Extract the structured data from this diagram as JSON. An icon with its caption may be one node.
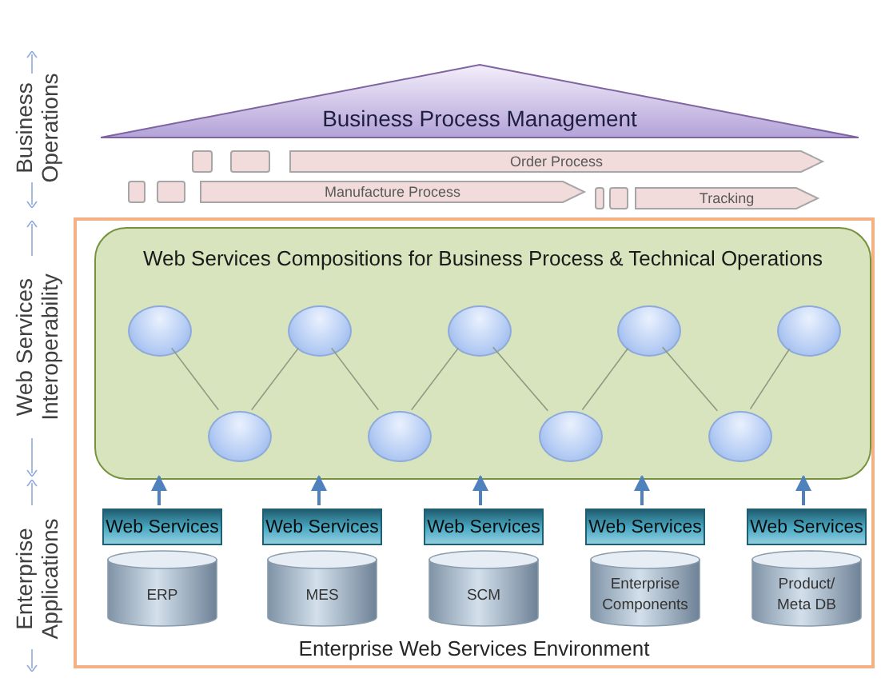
{
  "diagram": {
    "nodes": [
      {
        "text": [
          "Business Process Management"
        ]
      },
      {
        "text": [],
        "shape": "box"
      },
      {
        "text": [],
        "shape": "box"
      },
      {
        "text": [
          "Order Process"
        ]
      },
      {
        "text": [],
        "shape": "box"
      },
      {
        "text": [],
        "shape": "box"
      },
      {
        "text": [
          "Manufacture Process"
        ]
      },
      {
        "text": [],
        "shape": "box"
      },
      {
        "text": [],
        "shape": "box"
      },
      {
        "text": [
          "Tracking"
        ]
      },
      {
        "text": [
          "Enterprise Web Services Environment"
        ]
      },
      {
        "text": [
          "Web Services Compositions for Business Process & Technical Operations"
        ],
        "in": 10
      },
      {
        "text": [],
        "shape": "circle",
        "in": 11
      },
      {
        "text": [],
        "shape": "circle",
        "in": 11
      },
      {
        "text": [],
        "shape": "circle",
        "in": 11
      },
      {
        "text": [],
        "shape": "circle",
        "in": 11
      },
      {
        "text": [],
        "shape": "circle",
        "in": 11
      },
      {
        "text": [],
        "shape": "circle",
        "in": 11
      },
      {
        "text": [],
        "shape": "circle",
        "in": 11
      },
      {
        "text": [],
        "shape": "circle",
        "in": 11
      },
      {
        "text": [],
        "shape": "circle",
        "in": 11
      },
      {
        "text": [
          "Web Services"
        ],
        "in": 10
      },
      {
        "text": [
          "Web Services"
        ],
        "in": 10
      },
      {
        "text": [
          "Web Services"
        ],
        "in": 10
      },
      {
        "text": [
          "Web Services"
        ],
        "in": 10
      },
      {
        "text": [
          "Web Services"
        ],
        "in": 10
      },
      {
        "text": [
          "ERP"
        ],
        "in": 10
      },
      {
        "text": [
          "MES"
        ],
        "in": 10
      },
      {
        "text": [
          "SCM"
        ],
        "in": 10
      },
      {
        "text": [
          "Enterprise Components"
        ],
        "in": 10
      },
      {
        "text": [
          "Product/ Meta DB"
        ],
        "in": 10
      }
    ],
    "edges": [
      {
        "from": 12,
        "to": 17,
        "arrow": "none"
      },
      {
        "from": 17,
        "to": 13,
        "arrow": "none"
      },
      {
        "from": 13,
        "to": 18,
        "arrow": "none"
      },
      {
        "from": 18,
        "to": 14,
        "arrow": "none"
      },
      {
        "from": 14,
        "to": 19,
        "arrow": "none"
      },
      {
        "from": 19,
        "to": 15,
        "arrow": "none"
      },
      {
        "from": 15,
        "to": 20,
        "arrow": "none"
      },
      {
        "from": 20,
        "to": 16,
        "arrow": "none"
      },
      {
        "from": 21,
        "to": 11,
        "arrow": "to",
        "color": "#4f81bd"
      },
      {
        "from": 22,
        "to": 11,
        "arrow": "to",
        "color": "#4f81bd"
      },
      {
        "from": 23,
        "to": 11,
        "arrow": "to",
        "color": "#4f81bd"
      },
      {
        "from": 24,
        "to": 11,
        "arrow": "to",
        "color": "#4f81bd"
      },
      {
        "from": 25,
        "to": 11,
        "arrow": "to",
        "color": "#4f81bd"
      }
    ],
    "labels": [
      "Business Operations",
      "Web Services Interoperability",
      "Enterprise Applications"
    ]
  }
}
